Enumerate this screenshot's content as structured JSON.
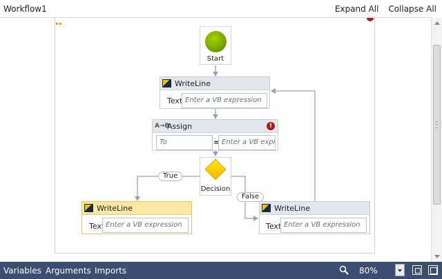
{
  "header": {
    "title": "Workflow1",
    "expand_all": "Expand All",
    "collapse_all": "Collapse All"
  },
  "flowchart": {
    "start": {
      "label": "Start"
    },
    "writeline_top": {
      "title": "WriteLine",
      "text_label": "Text",
      "text_placeholder": "Enter a VB expression"
    },
    "assign": {
      "icon_text": "A→B",
      "title": "Assign",
      "to_placeholder": "To",
      "equals": "=",
      "value_placeholder": "Enter a VB expressio",
      "error_mark": "!"
    },
    "decision": {
      "label": "Decision",
      "true_label": "True",
      "false_label": "False"
    },
    "writeline_left": {
      "title": "WriteLine",
      "text_label": "Text",
      "text_placeholder": "Enter a VB expression"
    },
    "writeline_right": {
      "title": "WriteLine",
      "text_label": "Text",
      "text_placeholder": "Enter a VB expression"
    }
  },
  "bottom_bar": {
    "variables": "Variables",
    "arguments": "Arguments",
    "imports": "Imports",
    "zoom": "80%"
  },
  "colors": {
    "bottom_bar": "#3b4d71",
    "start_green": "#7fad00",
    "decision_yellow": "#ffd800",
    "selected_header": "#fde7a5",
    "error_red": "#a71c1c"
  }
}
